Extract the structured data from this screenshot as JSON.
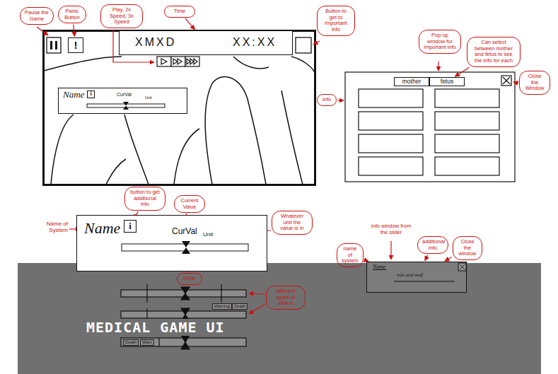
{
  "diagram": {
    "title": "MEDICAL GAME UI",
    "nodes": [
      {
        "text": [
          "Pause the Game"
        ]
      },
      {
        "text": [
          "Panic Button"
        ]
      },
      {
        "text": [
          "Play, 2x Speed, 3x Speed"
        ]
      },
      {
        "text": [
          "Time"
        ]
      },
      {
        "text": [
          "Button to get to important info"
        ]
      },
      {
        "text": [
          "!"
        ]
      },
      {
        "text": [
          "XMXD",
          "XX:XX"
        ]
      },
      {
        "text": [
          "Name",
          "CurVal",
          "Unit"
        ]
      },
      {
        "text": [
          "i"
        ],
        "in": 7
      },
      {
        "text": [
          "Pop up window for important info"
        ]
      },
      {
        "text": [
          "Can select between mother and fetus to see the info for each"
        ]
      },
      {
        "text": [
          "Close the Window"
        ]
      },
      {
        "text": [
          "info"
        ]
      },
      {
        "text": [
          "mother"
        ]
      },
      {
        "text": [
          "fetus"
        ]
      },
      {
        "text": [
          "button to get additional info"
        ]
      },
      {
        "text": [
          "Current Value"
        ]
      },
      {
        "text": [
          "Name",
          "CurVal",
          "Unit"
        ]
      },
      {
        "text": [
          "i"
        ],
        "in": 17
      },
      {
        "text": [
          "Whatever unit the value is in"
        ]
      },
      {
        "text": [
          "Slider"
        ]
      },
      {
        "text": [
          "name of system"
        ]
      },
      {
        "text": [
          "additional info"
        ]
      },
      {
        "text": [
          "Close the window"
        ]
      },
      {
        "text": [
          "Name",
          "info and stuff"
        ]
      },
      {
        "text": [
          "different types of sliders"
        ]
      }
    ],
    "edges": [
      {
        "from": 1,
        "to": 5,
        "arrow": "to"
      },
      {
        "from": 3,
        "to": 6,
        "arrow": "to"
      },
      {
        "from": 10,
        "to": 14,
        "arrow": "to"
      },
      {
        "from": 15,
        "to": 18,
        "arrow": "to"
      },
      {
        "from": 21,
        "to": 24,
        "arrow": "to"
      },
      {
        "from": 22,
        "to": 24,
        "arrow": "to"
      },
      {
        "from": 23,
        "to": 24,
        "arrow": "to"
      }
    ],
    "labels": [
      "Name of System",
      "info window from the slider",
      "Warning",
      "Death",
      "Death",
      "Warn"
    ]
  }
}
